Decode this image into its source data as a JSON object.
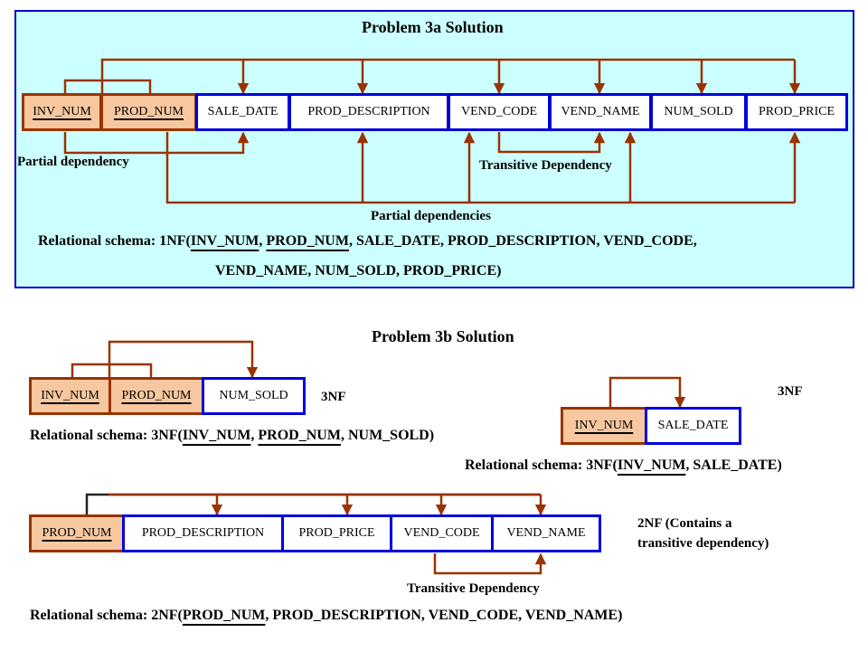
{
  "problem_a": {
    "title": "Problem 3a Solution",
    "cells": {
      "inv_num": "INV_NUM",
      "prod_num": "PROD_NUM",
      "sale_date": "SALE_DATE",
      "prod_description": "PROD_DESCRIPTION",
      "vend_code": "VEND_CODE",
      "vend_name": "VEND_NAME",
      "num_sold": "NUM_SOLD",
      "prod_price": "PROD_PRICE"
    },
    "labels": {
      "partial_dependency": "Partial dependency",
      "transitive_dependency": "Transitive Dependency",
      "partial_dependencies": "Partial dependencies"
    },
    "schema": {
      "prefix": "Relational schema: 1NF(",
      "key1": "INV_NUM",
      "sep1": ", ",
      "key2": "PROD_NUM",
      "rest1": ", SALE_DATE, PROD_DESCRIPTION, VEND_CODE,",
      "line2": "VEND_NAME, NUM_SOLD, PROD_PRICE)"
    }
  },
  "problem_b": {
    "title": "Problem 3b Solution",
    "table1": {
      "cells": {
        "inv_num": "INV_NUM",
        "prod_num": "PROD_NUM",
        "num_sold": "NUM_SOLD"
      },
      "nf_label": "3NF",
      "schema": {
        "prefix": "Relational schema: 3NF(",
        "key1": "INV_NUM",
        "sep1": ", ",
        "key2": "PROD_NUM",
        "rest": ", NUM_SOLD)"
      }
    },
    "table2": {
      "cells": {
        "inv_num": "INV_NUM",
        "sale_date": "SALE_DATE"
      },
      "nf_label": "3NF",
      "schema": {
        "prefix": "Relational schema: 3NF(",
        "key1": "INV_NUM",
        "rest": ", SALE_DATE)"
      }
    },
    "table3": {
      "cells": {
        "prod_num": "PROD_NUM",
        "prod_description": "PROD_DESCRIPTION",
        "prod_price": "PROD_PRICE",
        "vend_code": "VEND_CODE",
        "vend_name": "VEND_NAME"
      },
      "nf_label_line1": "2NF (Contains a",
      "nf_label_line2": "transitive dependency)",
      "transitive_label": "Transitive Dependency",
      "schema": {
        "prefix": "Relational schema: 2NF(",
        "key1": "PROD_NUM",
        "rest": ", PROD_DESCRIPTION, VEND_CODE, VEND_NAME)"
      }
    }
  },
  "colors": {
    "arrow": "#993300",
    "key_fill": "#f7c8a0",
    "attr_border": "#0000dd",
    "panel_a_bg": "#ccffff",
    "panel_b_bg": "#ccffcc"
  }
}
